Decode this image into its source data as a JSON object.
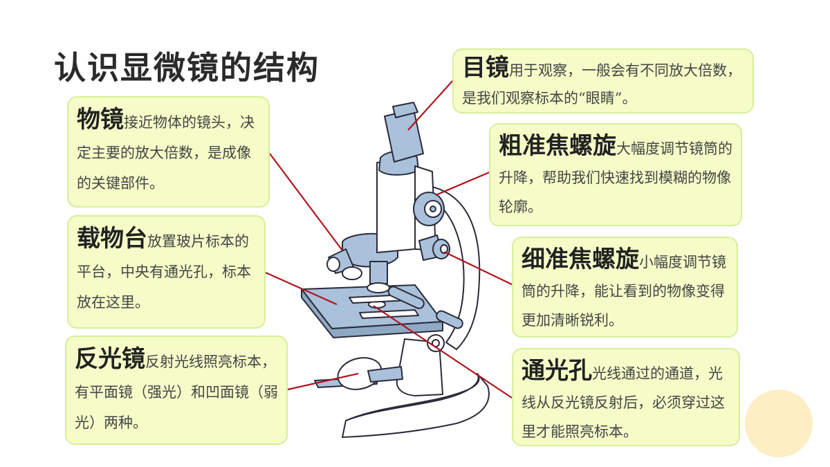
{
  "title": "认识显微镜的结构",
  "labels": {
    "eyepiece": {
      "term": "目镜",
      "desc": "用于观察，一般会有不同放大倍数，是我们观察标本的“眼睛”。"
    },
    "objective": {
      "term": "物镜",
      "desc": "接近物体的镜头，决定主要的放大倍数，是成像的关键部件。"
    },
    "coarse": {
      "term": "粗准焦螺旋",
      "desc": "大幅度调节镜筒的升降，帮助我们快速找到模糊的物像轮廓。"
    },
    "stage": {
      "term": "载物台",
      "desc": "放置玻片标本的平台，中央有通光孔，标本放在这里。"
    },
    "fine": {
      "term": "细准焦螺旋",
      "desc": "小幅度调节镜筒的升降，能让看到的物像变得更加清晰锐利。"
    },
    "mirror": {
      "term": "反光镜",
      "desc": "反射光线照亮标本，有平面镜（强光）和凹面镜（弱光）两种。"
    },
    "aperture": {
      "term": "通光孔",
      "desc": "光线通过的通道，光线从反光镜反射后，必须穿过这里才能照亮标本。"
    }
  },
  "colors": {
    "box_bg": "#f5fcc8",
    "box_border": "#d7ee9a",
    "leader": "#b0141c",
    "scope_blue": "#a9c1da"
  }
}
